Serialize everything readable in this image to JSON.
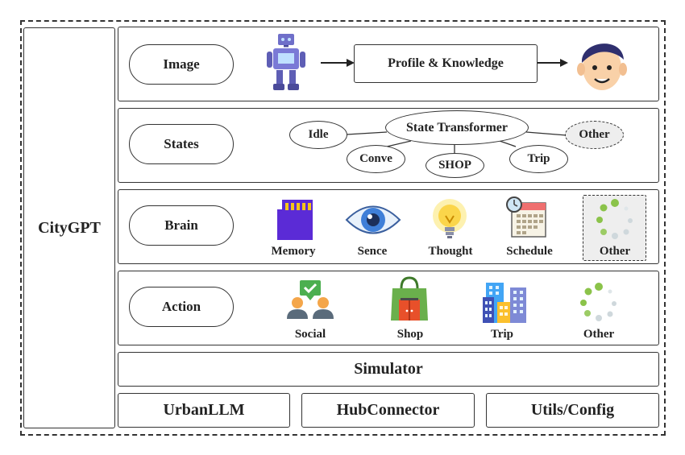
{
  "left_panel": {
    "title": "CityGPT"
  },
  "rows": {
    "image": {
      "label": "Image",
      "profile_box": "Profile & Knowledge",
      "robot_icon": "robot-icon",
      "person_icon": "person-face-icon"
    },
    "states": {
      "label": "States",
      "center": "State Transformer",
      "nodes": [
        "Idle",
        "Conve",
        "SHOP",
        "Trip",
        "Other"
      ]
    },
    "brain": {
      "label": "Brain",
      "items": [
        {
          "label": "Memory",
          "icon": "memory-chip-icon"
        },
        {
          "label": "Sence",
          "icon": "eye-icon"
        },
        {
          "label": "Thought",
          "icon": "lightbulb-icon"
        },
        {
          "label": "Schedule",
          "icon": "calendar-clock-icon"
        },
        {
          "label": "Other",
          "icon": "loading-dots-icon"
        }
      ]
    },
    "action": {
      "label": "Action",
      "items": [
        {
          "label": "Social",
          "icon": "social-people-icon"
        },
        {
          "label": "Shop",
          "icon": "shopping-bag-icon"
        },
        {
          "label": "Trip",
          "icon": "city-buildings-icon"
        },
        {
          "label": "Other",
          "icon": "loading-dots-icon"
        }
      ]
    }
  },
  "simulator": {
    "label": "Simulator"
  },
  "bottom": [
    "UrbanLLM",
    "HubConnector",
    "Utils/Config"
  ],
  "colors": {
    "border": "#333333",
    "dots_green": "#8bc34a",
    "dots_gray": "#cfd8dc",
    "chip_purple": "#5b2bd6",
    "chip_gold": "#f5c518",
    "eye_blue": "#3f7fd8",
    "bulb_yellow": "#fbd54a",
    "bag_green": "#6ab04c",
    "door_red": "#e8502a"
  }
}
